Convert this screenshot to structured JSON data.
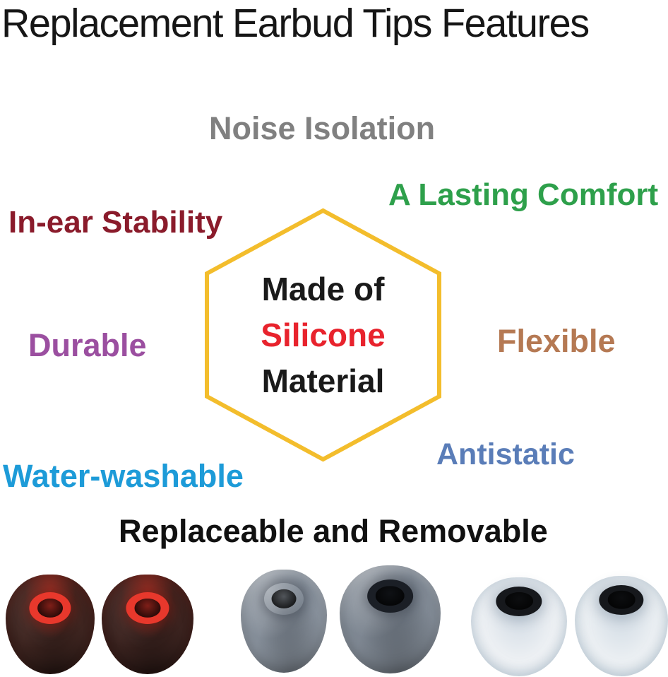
{
  "title": "Replacement Earbud Tips Features",
  "features": [
    {
      "id": "noise-isolation",
      "label": "Noise Isolation",
      "color": "#808080"
    },
    {
      "id": "lasting-comfort",
      "label": "A Lasting Comfort",
      "color": "#2ea04b"
    },
    {
      "id": "in-ear-stability",
      "label": "In-ear Stability",
      "color": "#8a1b2b"
    },
    {
      "id": "durable",
      "label": "Durable",
      "color": "#9b4fa0"
    },
    {
      "id": "flexible",
      "label": "Flexible",
      "color": "#b57953"
    },
    {
      "id": "water-washable",
      "label": "Water-washable",
      "color": "#1d9bd8"
    },
    {
      "id": "antistatic",
      "label": "Antistatic",
      "color": "#5a7db8"
    },
    {
      "id": "replaceable",
      "label": "Replaceable and Removable",
      "color": "#111111"
    }
  ],
  "center": {
    "line1": "Made of",
    "line2": "Silicone",
    "line3": "Material",
    "text_color": "#1a1a1a",
    "accent_color": "#e8232d",
    "hexagon_color": "#f3bd2c"
  },
  "photo": {
    "tips": [
      {
        "variant": "dark-red",
        "body": "#402621",
        "core": "#e8382c"
      },
      {
        "variant": "dark-red",
        "body": "#3d2420",
        "core": "#e8382c"
      },
      {
        "variant": "gray",
        "body": "#8a939e",
        "core": "#1c2averagecolor"
      },
      {
        "variant": "gray",
        "body": "#828b96",
        "core": "#1b1f26"
      },
      {
        "variant": "white",
        "body": "#eef1f4",
        "core": "#16181c"
      },
      {
        "variant": "white",
        "body": "#ecf0f3",
        "core": "#16181c"
      }
    ]
  }
}
